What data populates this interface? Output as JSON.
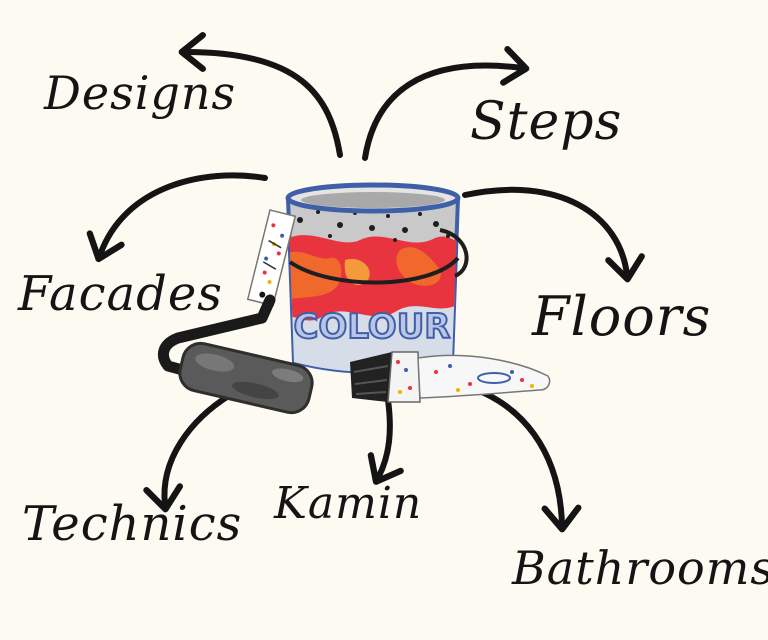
{
  "labels": {
    "designs": "Designs",
    "steps": "Steps",
    "facades": "Facades",
    "floors": "Floors",
    "technics": "Technics",
    "kamin": "Kamin",
    "bathrooms": "Bathrooms"
  },
  "can": {
    "text": "COLOUR"
  },
  "colors": {
    "background": "#fdfaf2",
    "ink": "#141414",
    "paint_red": "#e8343f",
    "paint_orange": "#f0682c",
    "can_blue": "#3f5fa8",
    "can_silver": "#c9c9c9"
  },
  "icons": [
    "paint-can-icon",
    "paint-roller-icon",
    "paint-brush-icon",
    "price-tag-icon"
  ]
}
